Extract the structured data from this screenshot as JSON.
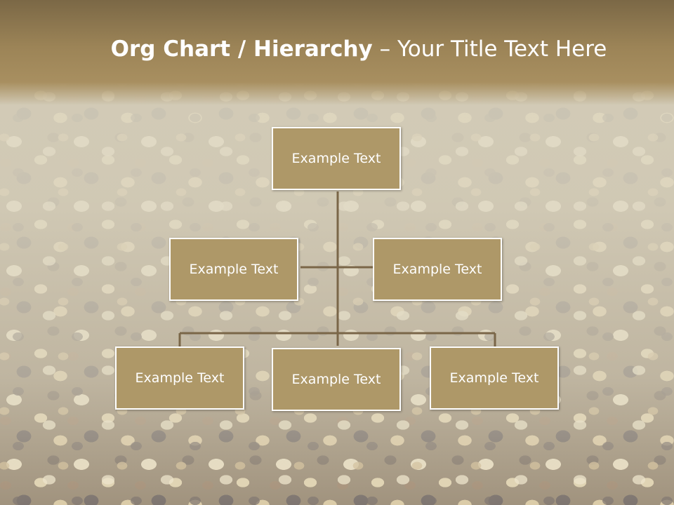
{
  "slide": {
    "title_bold": "Org Chart / Hierarchy",
    "title_dash": "–",
    "title_rest": "Your Title Text Here"
  },
  "org_chart": {
    "root": "Example Text",
    "assistants": [
      "Example Text",
      "Example Text"
    ],
    "subordinates": [
      "Example Text",
      "Example Text",
      "Example Text"
    ]
  },
  "colors": {
    "box_fill": "#ae9868",
    "box_border": "#ffffff",
    "connector": "#7a6648",
    "title_band": "#9c8457",
    "text": "#ffffff"
  }
}
